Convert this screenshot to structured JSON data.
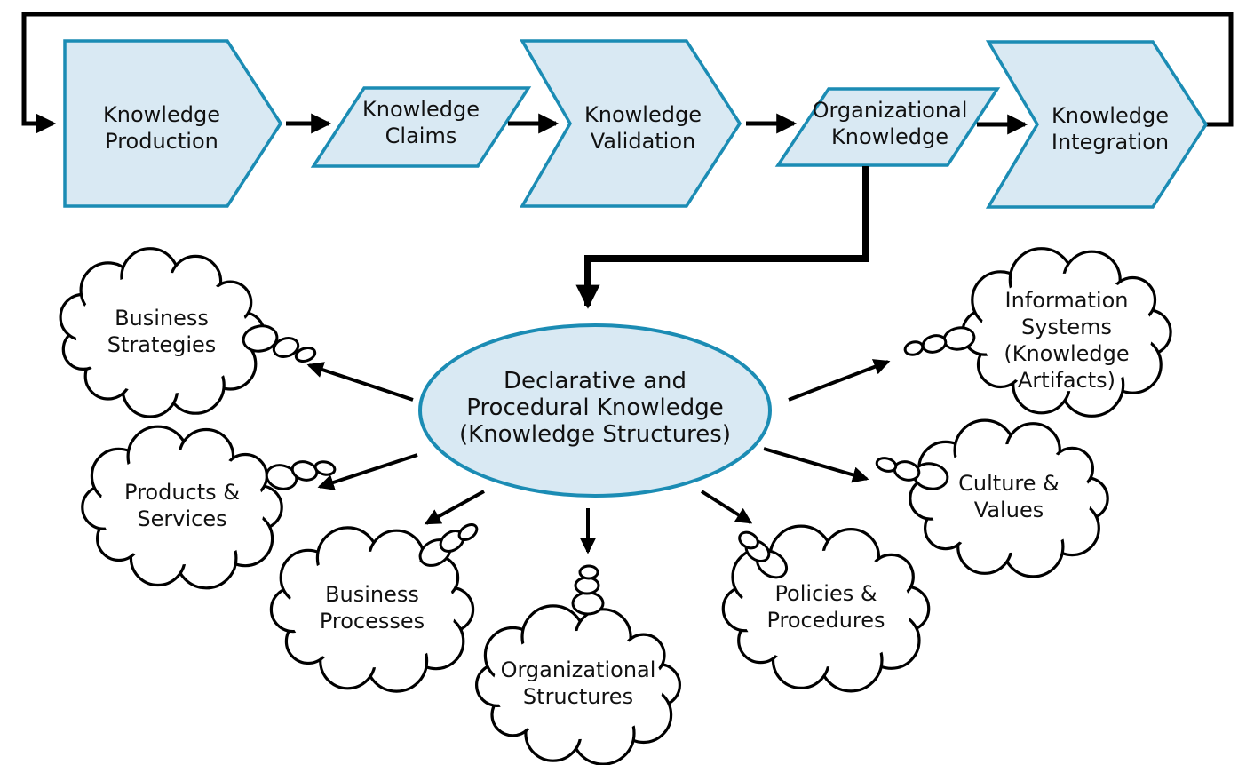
{
  "flow": {
    "steps": [
      {
        "name": "knowledge-production",
        "label": [
          "Knowledge",
          "Production"
        ]
      },
      {
        "name": "knowledge-claims",
        "label": [
          "Knowledge",
          "Claims"
        ]
      },
      {
        "name": "knowledge-validation",
        "label": [
          "Knowledge",
          "Validation"
        ]
      },
      {
        "name": "organizational-knowledge",
        "label": [
          "Organizational",
          "Knowledge"
        ]
      },
      {
        "name": "knowledge-integration",
        "label": [
          "Knowledge",
          "Integration"
        ]
      }
    ]
  },
  "hub": {
    "label": [
      "Declarative and",
      "Procedural Knowledge",
      "(Knowledge Structures)"
    ]
  },
  "clouds": [
    {
      "name": "business-strategies",
      "label": [
        "Business",
        "Strategies"
      ]
    },
    {
      "name": "products-services",
      "label": [
        "Products &",
        "Services"
      ]
    },
    {
      "name": "business-processes",
      "label": [
        "Business",
        "Processes"
      ]
    },
    {
      "name": "organizational-structures",
      "label": [
        "Organizational",
        "Structures"
      ]
    },
    {
      "name": "policies-procedures",
      "label": [
        "Policies &",
        "Procedures"
      ]
    },
    {
      "name": "culture-values",
      "label": [
        "Culture &",
        "Values"
      ]
    },
    {
      "name": "information-systems",
      "label": [
        "Information",
        "Systems",
        "(Knowledge",
        "Artifacts)"
      ]
    }
  ],
  "colors": {
    "background": "#ffffff",
    "shape_fill": "#d9e9f3",
    "shape_stroke": "#1b8cb4",
    "line": "#000000",
    "text": "#111111"
  }
}
